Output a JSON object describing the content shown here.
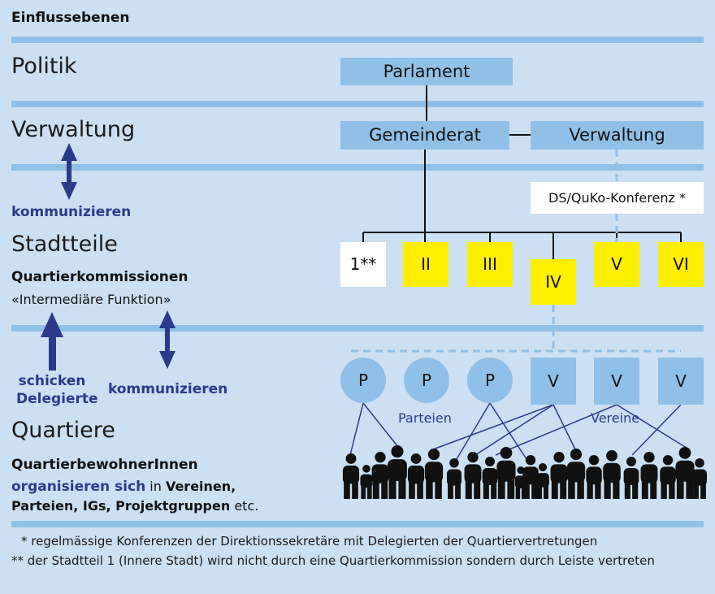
{
  "title": "Einflussebenen",
  "levels": {
    "politik": "Politik",
    "verwaltung": "Verwaltung",
    "stadtteile": "Stadtteile",
    "quartiere": "Quartiere"
  },
  "left": {
    "kommunizieren_1": "kommunizieren",
    "quartierkommissionen": "Quartierkommissionen",
    "intermediaer": "«Intermediäre Funktion»",
    "schicken_line1": "schicken",
    "schicken_line2": "Delegierte",
    "kommunizieren_2": "kommunizieren",
    "bewohner": "QuartierbewohnerInnen",
    "org_1": "organisieren sich",
    "org_2": " in ",
    "org_3": "Vereinen,",
    "org_4": "Parteien, IGs, Projektgruppen",
    "org_5": " etc."
  },
  "boxes": {
    "parlament": "Parlament",
    "gemeinderat": "Gemeinderat",
    "verwaltung": "Verwaltung",
    "konferenz": "DS/QuKo-Konferenz *"
  },
  "districts": [
    "1**",
    "II",
    "III",
    "IV",
    "V",
    "VI"
  ],
  "groups": {
    "parties": [
      "P",
      "P",
      "P"
    ],
    "associations": [
      "V",
      "V",
      "V"
    ],
    "parteien_label": "Parteien",
    "vereine_label": "Vereine"
  },
  "footnotes": [
    "* regelmässige Konferenzen der Direktionssekretäre mit Delegierten der Quartiervertretungen",
    "** der Stadtteil 1 (Innere Stadt) wird nicht durch eine Quartierkommission sondern durch Leiste vertreten"
  ],
  "colors": {
    "background": "#cce0f3",
    "band": "#8fc0e8",
    "box": "#8fc0e8",
    "district": "#ffee00",
    "navy": "#2a3a8c"
  }
}
